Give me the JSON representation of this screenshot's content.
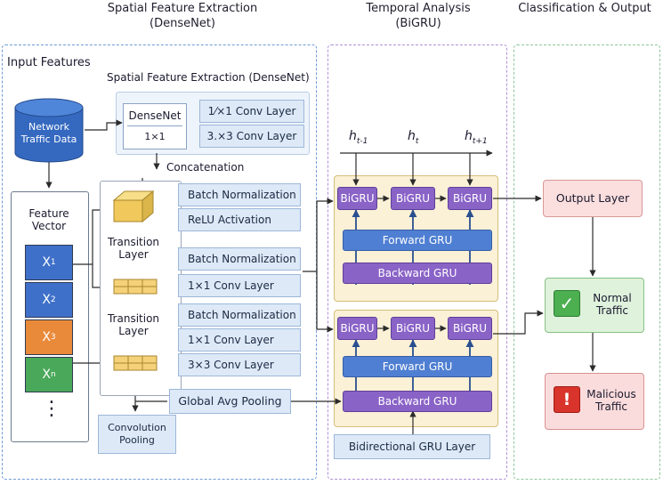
{
  "headers": {
    "spatial": [
      "Spatial Feature Extraction",
      "(DenseNet)"
    ],
    "temporal": [
      "Temporal Analysis",
      "(BiGRU)"
    ],
    "output": "Classification & Output"
  },
  "input": {
    "title": "Input Features",
    "network_traffic": [
      "Network",
      "Traffic Data"
    ],
    "feature_vector": [
      "Feature",
      "Vector"
    ],
    "features": [
      {
        "main": "X",
        "sub": "1",
        "color": "#3f70c9"
      },
      {
        "main": "X",
        "sub": "2",
        "color": "#3f70c9"
      },
      {
        "main": "X",
        "sub": "3",
        "color": "#e98a3a"
      },
      {
        "main": "X",
        "sub": "n",
        "color": "#4aa85a"
      }
    ],
    "ellipsis": "⋮"
  },
  "densenet": {
    "title": "Spatial Feature Extraction (DenseNet)",
    "block_label": "DenseNet",
    "block_sub": "1×1",
    "conv_a": "1⁄×1 Conv Layer",
    "conv_b": "3.×3 Conv Layer",
    "concatenation": "Concatenation",
    "transition_label": [
      "Transition",
      "Layer"
    ],
    "layers_1": [
      "Batch Normalization",
      "ReLU Activation"
    ],
    "layers_2": [
      "Batch Normalization",
      "1×1 Conv Layer"
    ],
    "layers_3": [
      "Batch Normalization",
      "1×1 Conv Layer",
      "3×3 Conv Layer"
    ],
    "global_avg_pooling": "Global Avg Pooling",
    "convolution_pooling": [
      "Convolution",
      "Pooling"
    ]
  },
  "temporal": {
    "h_labels": [
      {
        "main": "h",
        "sub": "t-1"
      },
      {
        "main": "h",
        "sub": "t"
      },
      {
        "main": "h",
        "sub": "t+1"
      }
    ],
    "bigru": "BiGRU",
    "forward": "Forward GRU",
    "backward": "Backward GRU",
    "bidirectional": "Bidirectional GRU Layer"
  },
  "output": {
    "output_layer": "Output Layer",
    "normal": [
      "Normal",
      "Traffic"
    ],
    "malicious": [
      "Malicious",
      "Traffic"
    ],
    "check_symbol": "✓",
    "alert_symbol": "!"
  },
  "colors": {
    "panel_blue": "#6f9bd6",
    "panel_purple": "#b08fd8",
    "panel_green": "#8fc79a",
    "gru_purple": "#8a63c7",
    "gru_blue": "#4f7fd2",
    "normal_green": "#4caf50",
    "malicious_red": "#d9342b"
  }
}
